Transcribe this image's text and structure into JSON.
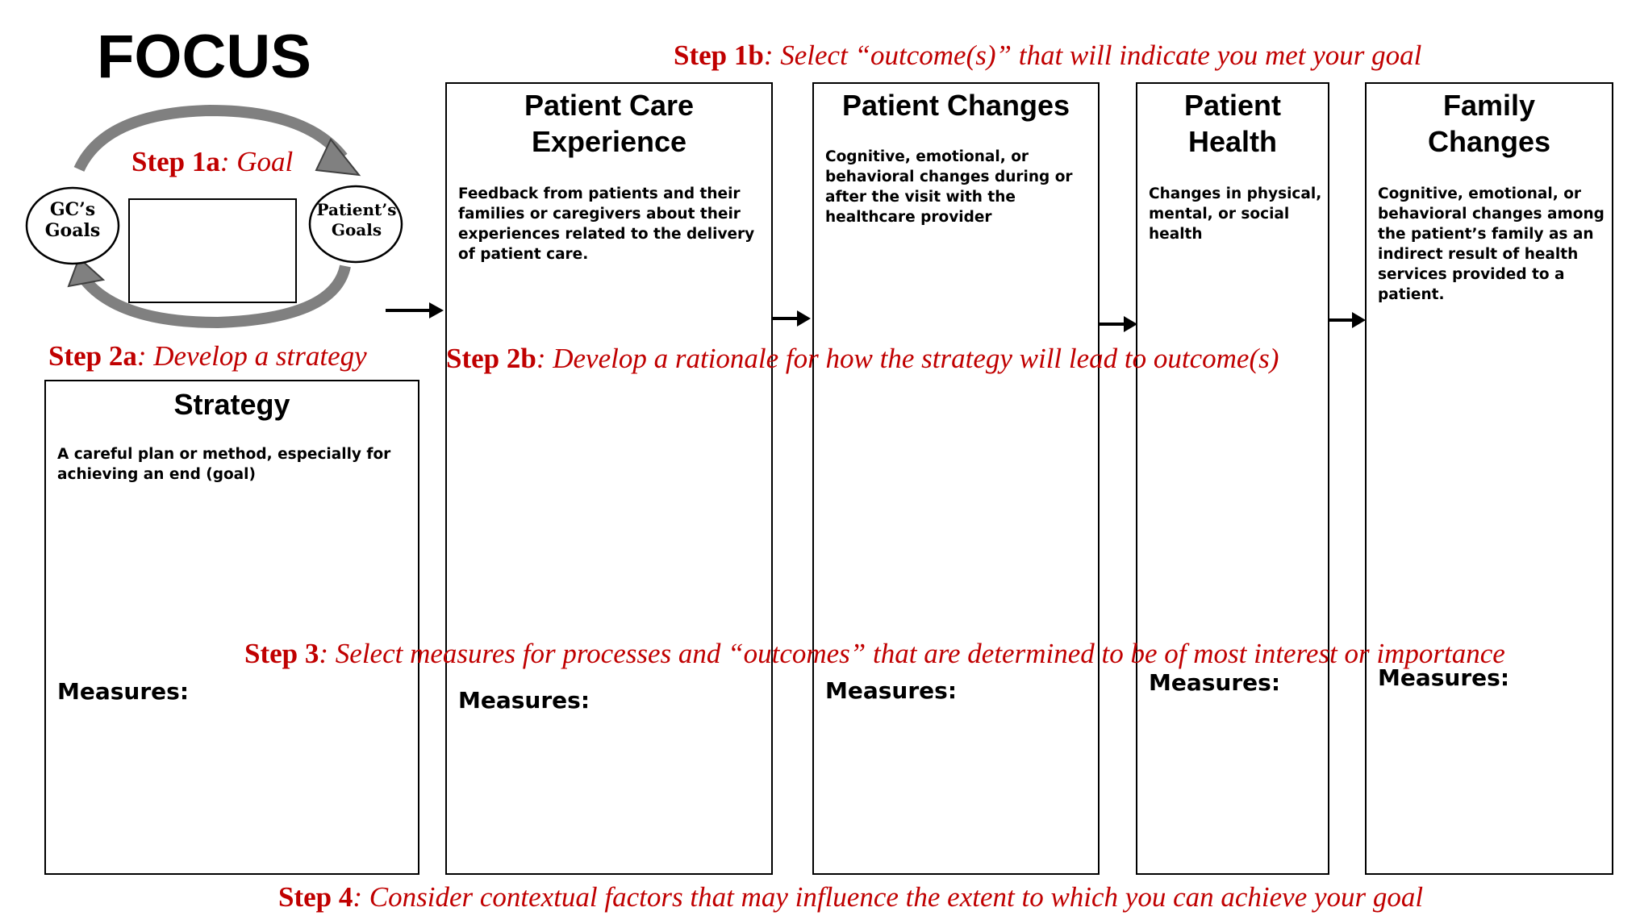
{
  "title": "FOCUS",
  "goal_cycle": {
    "left_circle": "GC’s Goals",
    "right_circle": "Patient’s Goals"
  },
  "steps": {
    "s1a": {
      "label": "Step 1a",
      "text": ": Goal"
    },
    "s1b": {
      "label": "Step 1b",
      "text": ": Select “outcome(s)” that will indicate you met your goal"
    },
    "s2a": {
      "label": "Step 2a",
      "text": ": Develop a strategy"
    },
    "s2b": {
      "label": "Step 2b",
      "text": ": Develop a rationale for how the strategy will lead to outcome(s)"
    },
    "s3": {
      "label": "Step 3",
      "text": ": Select measures for processes and “outcomes” that are determined to be of most interest or importance"
    },
    "s4": {
      "label": "Step 4",
      "text": ": Consider contextual factors that may influence the extent to which you can achieve your goal"
    }
  },
  "boxes": {
    "strategy": {
      "title": "Strategy",
      "desc": "A careful plan or method, especially for achieving an end (goal)",
      "measures": "Measures:"
    },
    "patient_care": {
      "title": "Patient Care Experience",
      "desc": "Feedback from patients and their families or caregivers about their experiences related to the delivery of patient care.",
      "measures": "Measures:"
    },
    "patient_changes": {
      "title": "Patient Changes",
      "desc": "Cognitive, emotional, or behavioral changes during or after the visit with the healthcare provider",
      "measures": "Measures:"
    },
    "patient_health": {
      "title": "Patient Health",
      "desc": "Changes in physical, mental, or social health",
      "measures": "Measures:"
    },
    "family_changes": {
      "title": "Family Changes",
      "desc": "Cognitive, emotional, or behavioral changes among the patient’s family as an indirect result of health services provided to a patient.",
      "measures": "Measures:"
    }
  },
  "colors": {
    "accent": "#c00000",
    "arrow_gray": "#808080",
    "ink": "#000000"
  }
}
